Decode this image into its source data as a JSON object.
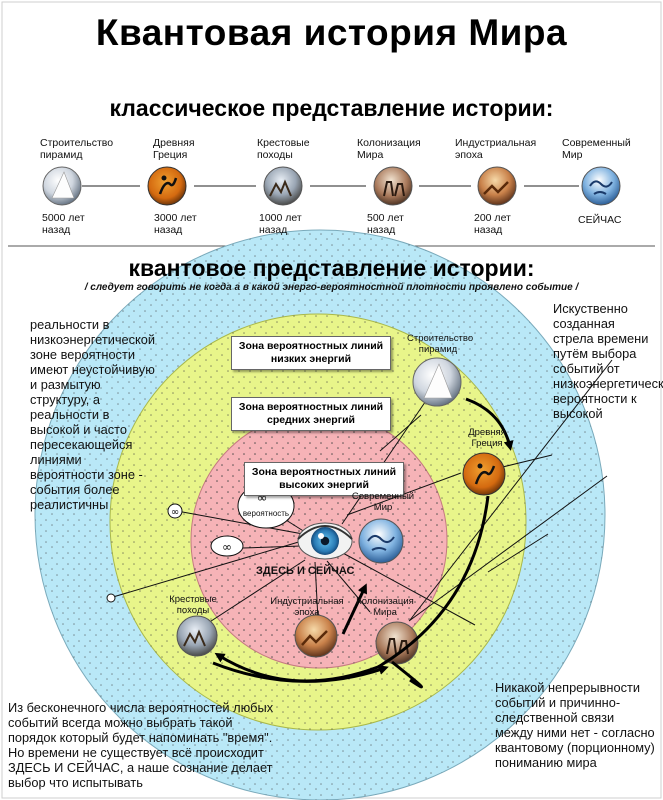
{
  "title": "Квантовая история Мира",
  "classic": {
    "subtitle": "классическое представление истории:",
    "events": [
      {
        "name": "Строительство пирамид",
        "time": "5000 лет назад",
        "icon": "pyramid-icon"
      },
      {
        "name": "Древняя Греция",
        "time": "3000 лет назад",
        "icon": "greek-vase-icon"
      },
      {
        "name": "Крестовые походы",
        "time": "1000 лет назад",
        "icon": "crusaders-icon"
      },
      {
        "name": "Колонизация Мира",
        "time": "500 лет назад",
        "icon": "colonization-icon"
      },
      {
        "name": "Индустриальная эпоха",
        "time": "200 лет назад",
        "icon": "industrial-icon"
      },
      {
        "name": "Современный Мир",
        "time": "СЕЙЧАС",
        "icon": "globe-icon"
      }
    ]
  },
  "quantum": {
    "subtitle": "квантовое представление истории:",
    "note": "/ следует говорить не когда а в какой энерго-вероятностной плотности проявлено событие /",
    "zones": {
      "low": "Зона вероятностных линий низких энергий",
      "mid": "Зона вероятностных линий средних энергий",
      "high": "Зона вероятностных линий высоких энергий"
    },
    "labels": {
      "pyramids": "Строительство пирамид",
      "greece": "Древняя Греция",
      "modern": "Современный Мир",
      "crusades": "Крестовые походы",
      "industrial": "Индустриальная эпоха",
      "colonization": "Колонизация Мира",
      "probability": "вероятность",
      "here_now": "ЗДЕСЬ И СЕЙЧАС"
    },
    "left_text": "реальности в низкоэнергетической зоне вероятности имеют неустойчивую и размытую структуру, а реальности в высокой и часто пересекающейся линиями вероятности зоне - события более реалистичны",
    "right_text": "Искуственно созданная стрела времени путём выбора событий от низкоэнергетической вероятности к высокой",
    "bottom_left_text": "Из бесконечного числа вероятностей любых событий всегда можно выбрать такой порядок который будет напоминать \"время\". Но времени не существует всё происходит ЗДЕСЬ И СЕЙЧАС, а наше сознание делает выбор что испытывать",
    "bottom_right_text": "Никакой непрерывности событий и причинно-следственной связи между ними нет - согласно квантовому (порционному) пониманию мира"
  },
  "colors": {
    "outer_zone": "#b9e8f7",
    "middle_zone": "#e8f58a",
    "inner_zone": "#f6b3b7"
  }
}
